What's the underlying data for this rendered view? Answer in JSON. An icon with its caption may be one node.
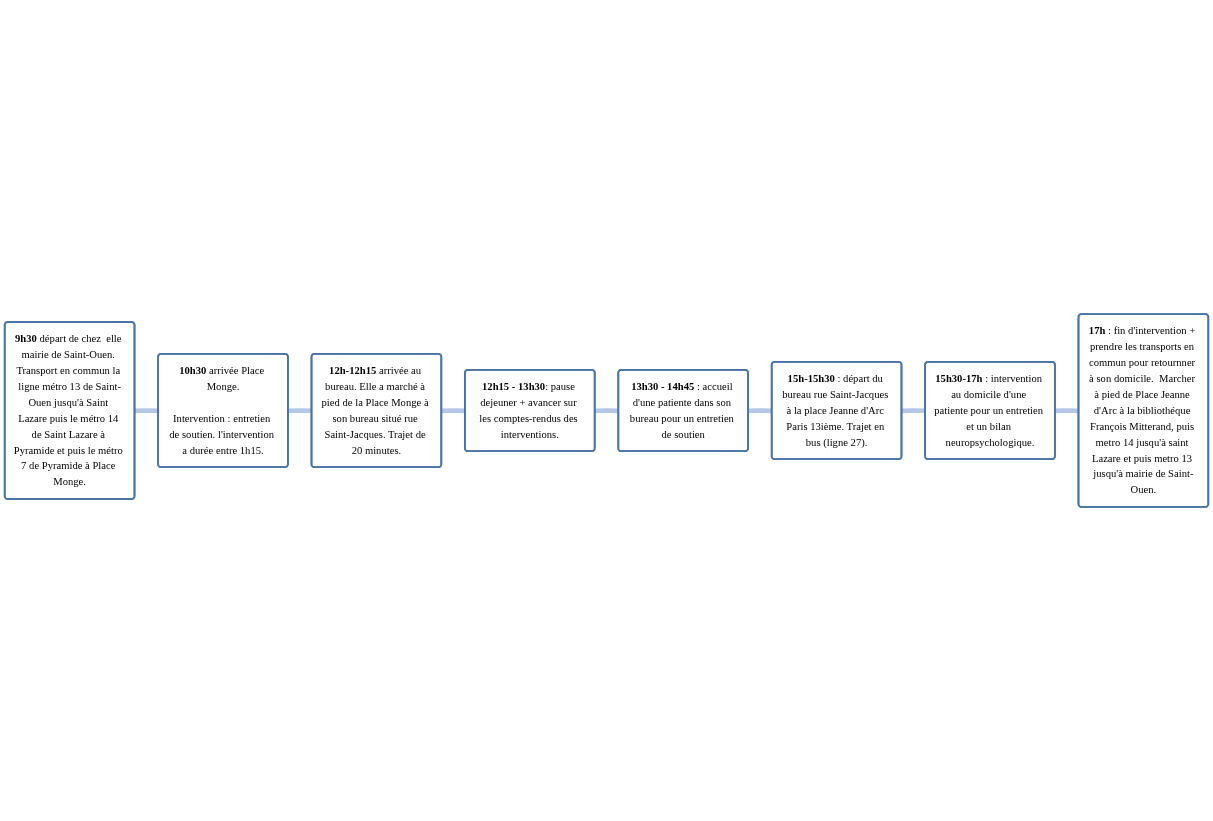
{
  "diagram": {
    "nodes": [
      {
        "text": [
          "**9h30** départ de chez  elle mairie de Saint-Ouen. Transport en commun la ligne métro 13 de Saint-Ouen jusqu'à Saint Lazare puis le métro 14 de Saint Lazare à Pyramide et puis le métro 7 de Pyramide à Place Monge."
        ]
      },
      {
        "text": [
          "**10h30** arrivée Place Monge.",
          "Intervention : entretien de soutien. l'intervention a durée entre 1h15."
        ]
      },
      {
        "text": [
          "**12h-12h15** arrivée au bureau. Elle a marché à pied de la Place Monge à son bureau situé rue Saint-Jacques. Trajet de 20 minutes."
        ]
      },
      {
        "text": [
          "**12h15 - 13h30**: pause dejeuner + avancer sur les comptes-rendus des interventions."
        ]
      },
      {
        "text": [
          "**13h30 - 14h45** : accueil d'une patiente dans son bureau pour un entretien de soutien"
        ]
      },
      {
        "text": [
          "**15h-15h30** : départ du bureau rue Saint-Jacques à la place Jeanne d'Arc Paris 13ième. Trajet en bus (ligne 27)."
        ]
      },
      {
        "text": [
          "**15h30-17h** : intervention au domicile d'une patiente pour un entretien et un bilan neuropsychologique."
        ]
      },
      {
        "text": [
          "**17h** : fin d'intervention + prendre les transports en commun pour retournner à son domicile.  Marcher à pied de Place Jeanne d'Arc à la bibliothéque François Mitterand, puis metro 14 jusqu'à saint Lazare et puis metro 13 jusqu'à mairie de Saint-Ouen."
        ]
      }
    ],
    "edges": [
      {
        "from": 0,
        "to": 1,
        "arrow": "none"
      },
      {
        "from": 1,
        "to": 2,
        "arrow": "none"
      },
      {
        "from": 2,
        "to": 3,
        "arrow": "none"
      },
      {
        "from": 3,
        "to": 4,
        "arrow": "none"
      },
      {
        "from": 4,
        "to": 5,
        "arrow": "none"
      },
      {
        "from": 5,
        "to": 6,
        "arrow": "none"
      },
      {
        "from": 6,
        "to": 7,
        "arrow": "none"
      }
    ]
  }
}
